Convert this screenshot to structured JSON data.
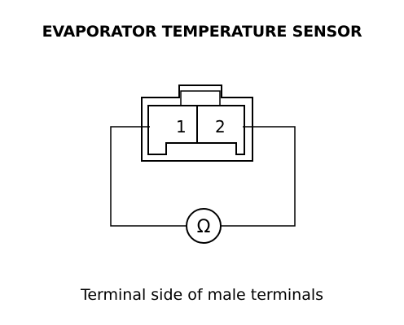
{
  "title": "EVAPORATOR TEMPERATURE SENSOR",
  "connector": {
    "terminals": [
      "1",
      "2"
    ]
  },
  "meter": {
    "symbol": "Ω"
  },
  "caption": "Terminal side of male terminals"
}
